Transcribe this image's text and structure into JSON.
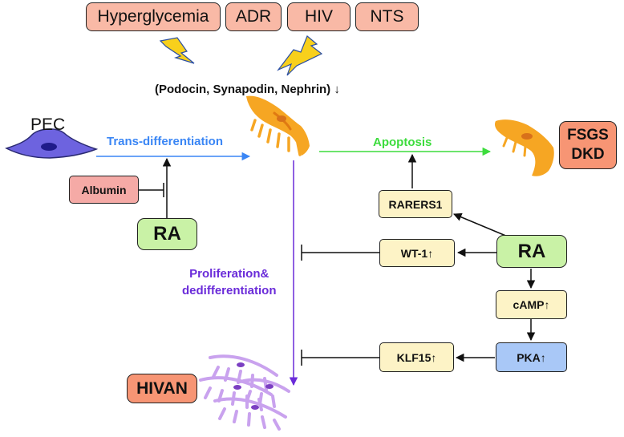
{
  "triggers": [
    "Hyperglycemia",
    "ADR",
    "HIV",
    "NTS"
  ],
  "markers_text": "(Podocin, Synapodin, Nephrin) ↓",
  "pec_label": "PEC",
  "trans_label": "Trans-differentiation",
  "albumin_label": "Albumin",
  "ra_left": "RA",
  "apoptosis_label": "Apoptosis",
  "outcome_fsgs": "FSGS",
  "outcome_dkd": "DKD",
  "rarers1_label": "RARERS1",
  "wt1_label": "WT-1↑",
  "ra_right": "RA",
  "camp_label": "cAMP↑",
  "pka_label": "PKA↑",
  "klf15_label": "KLF15↑",
  "prolif_line1": "Proliferation&",
  "prolif_line2": "dedifferentiation",
  "hivan_label": "HIVAN",
  "colors": {
    "trans_arrow": "#3a86f5",
    "apoptosis_arrow": "#3ddc3d",
    "prolif_arrow": "#6a2bd9",
    "podocyte": "#f6a623",
    "pec_cell": "#6d63df",
    "hivan_cells": "#c9a2ee"
  }
}
